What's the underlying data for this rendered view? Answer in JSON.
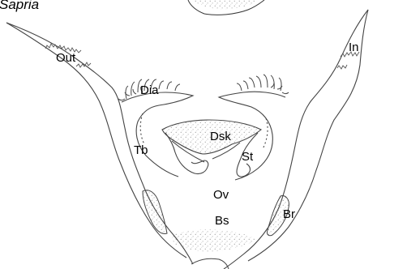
{
  "title": "Sapria",
  "labels": {
    "out": "Out",
    "in": "In",
    "dia": "Dia",
    "dsk": "Dsk",
    "st": "St",
    "tb": "Tb",
    "ov": "Ov",
    "bs": "Bs",
    "br": "Br"
  }
}
